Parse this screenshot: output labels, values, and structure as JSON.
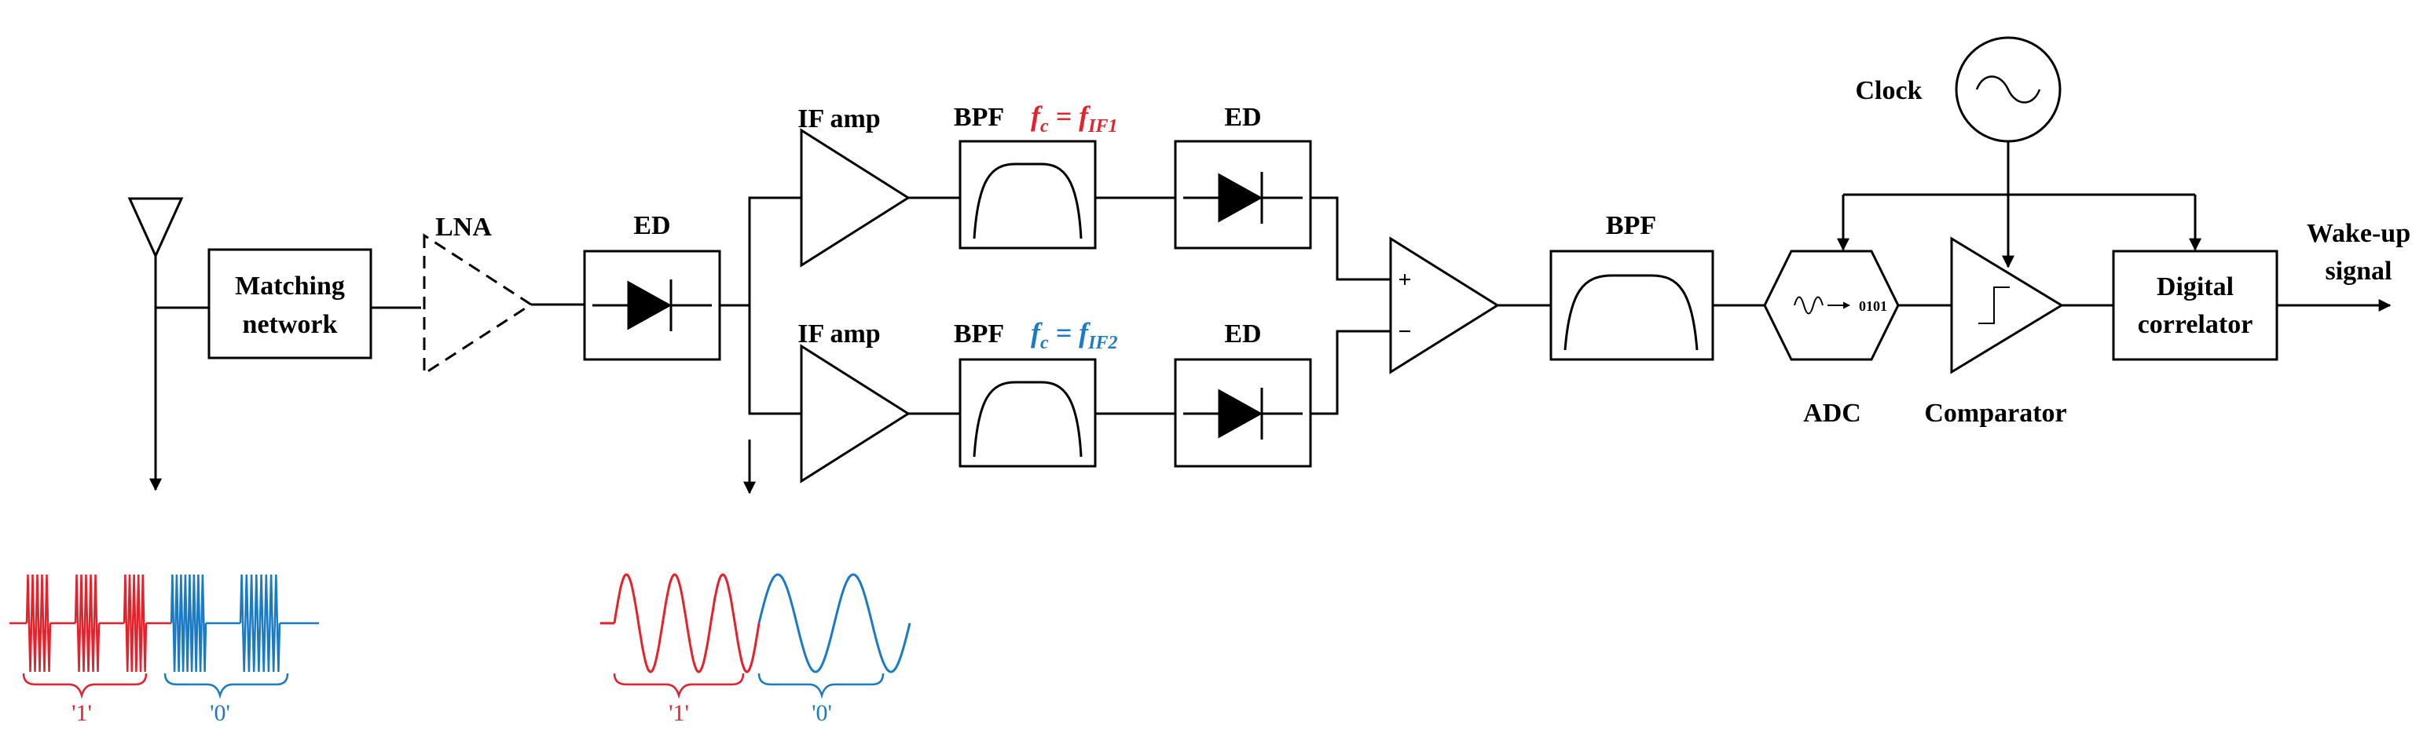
{
  "labels": {
    "matching_line1": "Matching",
    "matching_line2": "network",
    "lna": "LNA",
    "ed_main": "ED",
    "if_amp_top": "IF amp",
    "if_amp_bottom": "IF amp",
    "bpf_top": "BPF",
    "bpf_bottom": "BPF",
    "ed_top": "ED",
    "ed_bottom": "ED",
    "bpf_main": "BPF",
    "clock": "Clock",
    "adc": "ADC",
    "adc_bits": "0101",
    "comparator": "Comparator",
    "digital_line1": "Digital",
    "digital_line2": "correlator",
    "wakeup_line1": "Wake-up",
    "wakeup_line2": "signal",
    "plus": "+",
    "minus": "−"
  },
  "filters": {
    "top": {
      "f": "f",
      "c_sub": "c",
      "eq": " = ",
      "f2": "f",
      "if_sub": "IF1",
      "color": "#e8202a"
    },
    "bottom": {
      "f": "f",
      "c_sub": "c",
      "eq": " = ",
      "f2": "f",
      "if_sub": "IF2",
      "color": "#1a7ac4"
    }
  },
  "waveforms": {
    "ook": {
      "one_label": "'1'",
      "zero_label": "'0'",
      "one_color": "#e8202a",
      "zero_color": "#1a7ac4"
    },
    "fsk": {
      "one_label": "'1'",
      "zero_label": "'0'",
      "one_color": "#e8202a",
      "zero_color": "#1a7ac4"
    }
  }
}
